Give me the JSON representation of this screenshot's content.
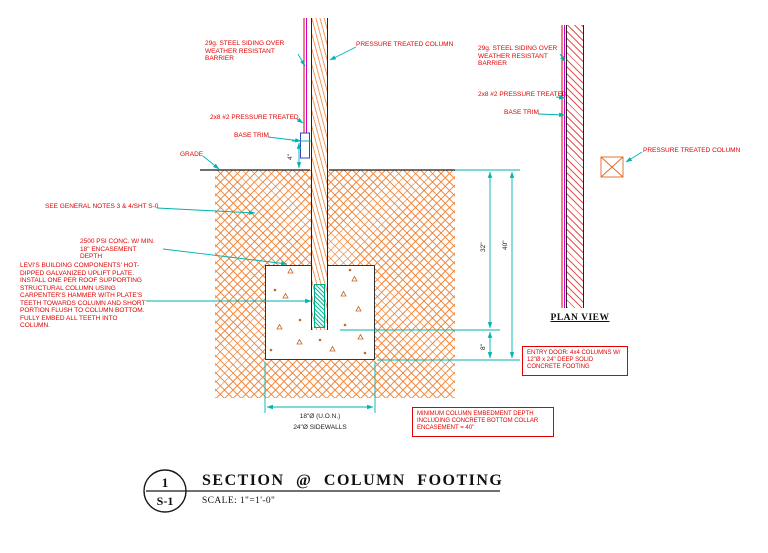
{
  "colors": {
    "annotation_red": "#e00000",
    "earth_hatch_orange": "#f07d2d",
    "dimension_cyan": "#00b3b3",
    "siding_magenta": "#cc00cc",
    "uplift_plate_teal": "#00a888",
    "trim_blue": "#3344cc",
    "line_black": "#1a1a1a"
  },
  "section": {
    "labels": {
      "siding": "29g. STEEL SIDING OVER WEATHER RESISTANT BARRIER",
      "pressure_treated_column": "PRESSURE TREATED COLUMN",
      "pt_2x8": "2x8 #2 PRESSURE TREATED",
      "base_trim": "BASE TRIM",
      "grade": "GRADE",
      "general_notes": "SEE GENERAL NOTES 3 & 4/SHT S-0",
      "concrete": "2500 PSI CONC. W/ MIN. 18\" ENCASEMENT DEPTH",
      "uplift_plate_note": "LEVI'S BUILDING COMPONENTS' HOT-DIPPED GALVANIZED UPLIFT PLATE. INSTALL ONE PER ROOF SUPPORTING STRUCTURAL COLUMN USING CARPENTER'S HAMMER WITH PLATE'S TEETH TOWARDS COLUMN AND SHORT PORTION FLUSH TO COLUMN BOTTOM. FULLY EMBED ALL TEETH INTO COLUMN."
    },
    "dimensions": {
      "trim_height": "4\"",
      "embedment": "32\"",
      "total_depth": "40\"",
      "bottom_collar": "8\"",
      "footing_diameter": "18\"Ø (U.O.N.)",
      "sidewalls": "24\"Ø SIDEWALLS"
    }
  },
  "plan_view": {
    "title": "PLAN VIEW",
    "labels": {
      "siding": "29g. STEEL SIDING OVER WEATHER RESISTANT BARRIER",
      "pt_2x8": "2x8 #2 PRESSURE TREATED",
      "base_trim": "BASE TRIM",
      "pressure_treated_column": "PRESSURE TREATED COLUMN"
    }
  },
  "notes": {
    "entry_door": "ENTRY DOOR: 4x4 COLUMNS W/ 12\"Ø x 24\" DEEP SOLID CONCRETE FOOTING",
    "min_embedment": "MINIMUM COLUMN EMBEDMENT DEPTH INCLUDING CONCRETE BOTTOM COLLAR ENCASEMENT = 40\""
  },
  "title_block": {
    "detail_number": "1",
    "sheet_ref": "S-1",
    "title": "SECTION @ COLUMN FOOTING",
    "scale": "SCALE: 1\"=1'-0\""
  }
}
